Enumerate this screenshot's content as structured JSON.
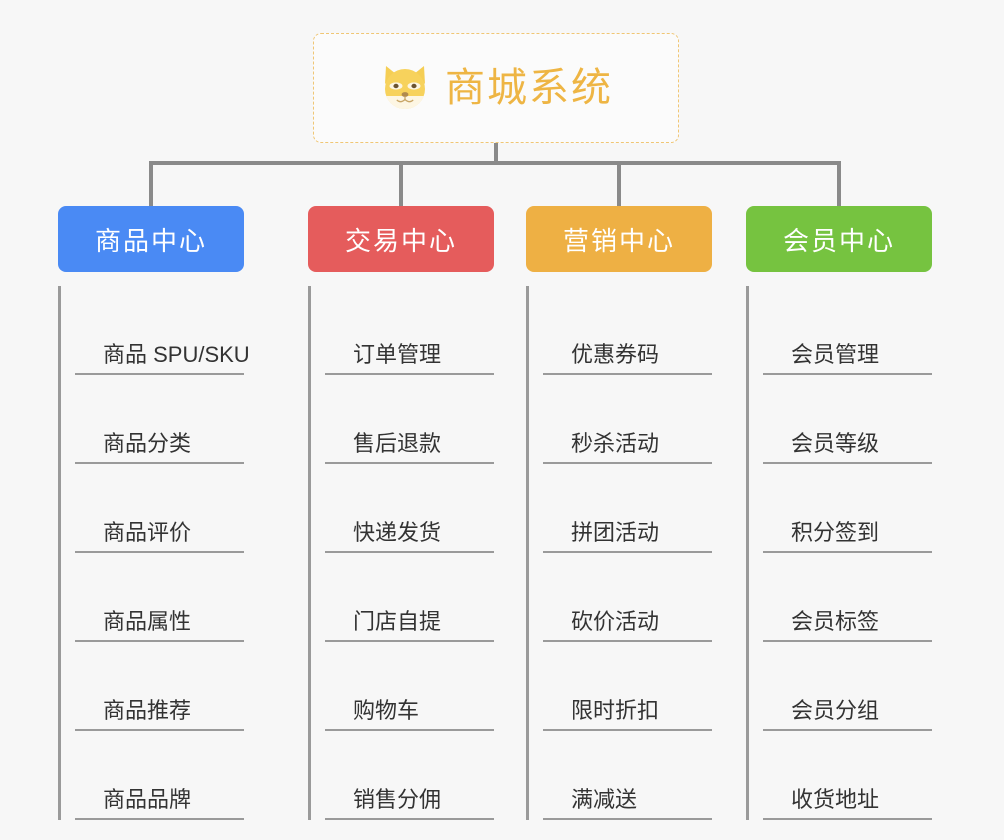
{
  "diagram": {
    "type": "org-chart-mindmap",
    "background_color": "#f7f7f7",
    "root": {
      "title": "商城系统",
      "icon": "shiba-dog-icon",
      "text_color": "#eeb544",
      "border_color": "#f0c674",
      "background_color": "#fbfbfb",
      "border_style": "dashed"
    },
    "connector_color": "#8a8a8a",
    "branches": [
      {
        "label": "商品中心",
        "color": "#4a8af4",
        "text_color": "#ffffff",
        "items": [
          "商品 SPU/SKU",
          "商品分类",
          "商品评价",
          "商品属性",
          "商品推荐",
          "商品品牌"
        ]
      },
      {
        "label": "交易中心",
        "color": "#e55c5c",
        "text_color": "#ffffff",
        "items": [
          "订单管理",
          "售后退款",
          "快递发货",
          "门店自提",
          "购物车",
          "销售分佣"
        ]
      },
      {
        "label": "营销中心",
        "color": "#eeb044",
        "text_color": "#ffffff",
        "items": [
          "优惠券码",
          "秒杀活动",
          "拼团活动",
          "砍价活动",
          "限时折扣",
          "满减送"
        ]
      },
      {
        "label": "会员中心",
        "color": "#76c340",
        "text_color": "#ffffff",
        "items": [
          "会员管理",
          "会员等级",
          "积分签到",
          "会员标签",
          "会员分组",
          "收货地址"
        ]
      }
    ]
  }
}
